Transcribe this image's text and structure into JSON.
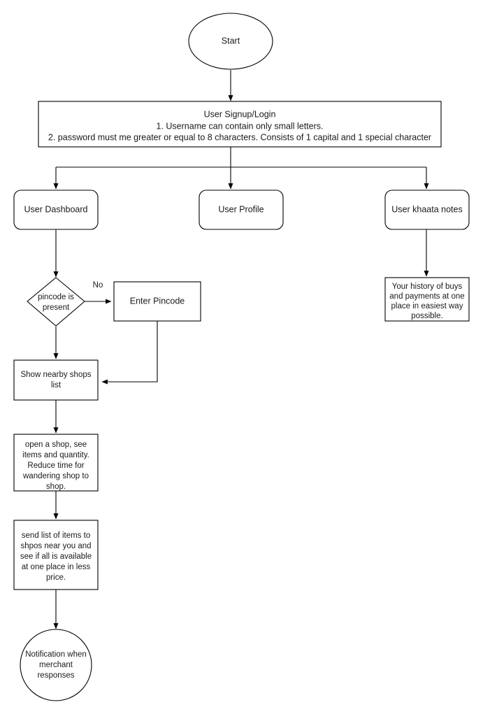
{
  "diagram": {
    "title": "User flow flowchart",
    "background_color": "#ffffff",
    "stroke_color": "#000000",
    "text_color": "#1a1a1a"
  },
  "nodes": {
    "start": {
      "label": "Start",
      "shape": "ellipse"
    },
    "signup": {
      "line1": "User Signup/Login",
      "line2": "1. Username can contain only small letters.",
      "line3": "2. password must me greater or equal to 8 characters. Consists of 1 capital and 1 special character",
      "shape": "rectangle"
    },
    "dashboard": {
      "label": "User Dashboard",
      "shape": "rounded-rectangle"
    },
    "profile": {
      "label": "User Profile",
      "shape": "rounded-rectangle"
    },
    "khaata": {
      "label": "User  khaata notes",
      "shape": "rounded-rectangle"
    },
    "pincode_decision": {
      "line1": "pincode is",
      "line2": "present",
      "shape": "diamond"
    },
    "enter_pincode": {
      "label": "Enter Pincode",
      "shape": "rectangle"
    },
    "khaata_detail": {
      "line1": "Your history of buys",
      "line2": "and payments at one",
      "line3": "place in easiest way",
      "line4": "possible.",
      "shape": "rectangle"
    },
    "nearby_shops": {
      "line1": "Show nearby shops",
      "line2": "list",
      "shape": "rectangle"
    },
    "open_shop": {
      "line1": "open a shop, see",
      "line2": "items and quantity.",
      "line3": "Reduce time for",
      "line4": "wandering shop to",
      "line5": "shop.",
      "shape": "rectangle"
    },
    "send_list": {
      "line1": "send list of items to",
      "line2": "shpos near you and",
      "line3": "see if all is available",
      "line4": "at one place in less",
      "line5": "price.",
      "shape": "rectangle"
    },
    "notification": {
      "line1": "Notification when",
      "line2": "merchant",
      "line3": "responses",
      "shape": "circle"
    }
  },
  "edges": {
    "no_label": "No"
  }
}
